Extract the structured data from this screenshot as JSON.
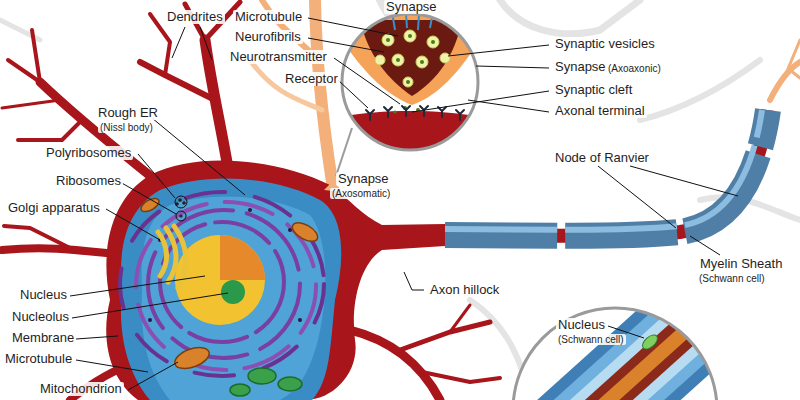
{
  "diagram": {
    "labels": [
      "Dendrites",
      "Microtubule",
      "Neurofibrils",
      "Neurotransmitter",
      "Receptor",
      "Synapse",
      "Synaptic vesicles",
      "Synapse",
      "(Axoaxonic)",
      "Synaptic cleft",
      "Axonal terminal",
      "Rough ER",
      "(Nissl body)",
      "Polyribosomes",
      "Ribosomes",
      "Golgi apparatus",
      "Synapse",
      "(Axosomatic)",
      "Node of Ranvier",
      "Myelin Sheath",
      "(Schwann cell)",
      "Axon hillock",
      "Nucleus",
      "Nucleolus",
      "Membrane",
      "Microtubule",
      "Mitochondrion",
      "Nucleus",
      "(Schwann cell)"
    ]
  }
}
